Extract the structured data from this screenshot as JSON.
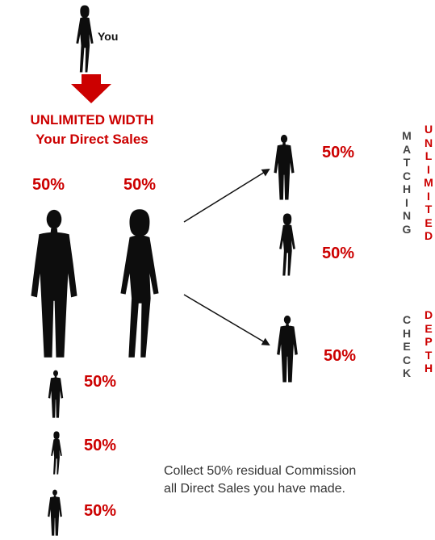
{
  "you_label": "You",
  "headline": {
    "line1": "UNLIMITED WIDTH",
    "line2": "Your Direct Sales"
  },
  "direct_sales": {
    "left_pct": "50%",
    "right_pct": "50%"
  },
  "downline_left": [
    "50%",
    "50%",
    "50%"
  ],
  "matching_pcts": [
    "50%",
    "50%",
    "50%"
  ],
  "vertical_words": {
    "matching": "MATCHING",
    "check": "CHECK",
    "unlimited": "UNLIMITED",
    "depth": "DEPTH"
  },
  "caption": "Collect 50% residual Commission all Direct Sales you have made.",
  "caption_lines": [
    "Collect 50% residual Commission",
    "all Direct Sales you have made."
  ],
  "colors": {
    "accent": "#cc0000",
    "text_dark": "#444444",
    "figure": "#0d0d0d"
  }
}
